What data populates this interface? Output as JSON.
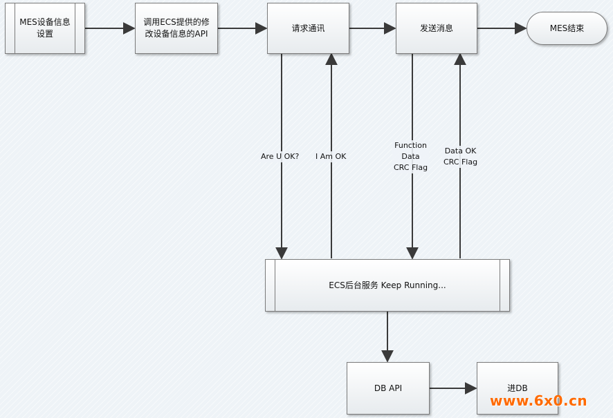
{
  "nodes": {
    "mes_setup": "MES设备信息\n设置",
    "call_api": "调用ECS提供的修\n改设备信息的API",
    "request_comm": "请求通讯",
    "send_msg": "发送消息",
    "mes_end": "MES结束",
    "ecs_service": "ECS后台服务 Keep Running...",
    "db_api": "DB API",
    "into_db": "进DB"
  },
  "edge_labels": {
    "are_u_ok": "Are U OK?",
    "i_am_ok": "I Am OK",
    "function_data": "Function\nData\nCRC Flag",
    "data_ok": "Data OK\nCRC Flag"
  },
  "watermark": "www.6x0.cn",
  "colors": {
    "background": "#eef3f7",
    "box_border": "#7a7a7a",
    "arrow": "#3a3a3a",
    "watermark": "#ff6a00"
  }
}
